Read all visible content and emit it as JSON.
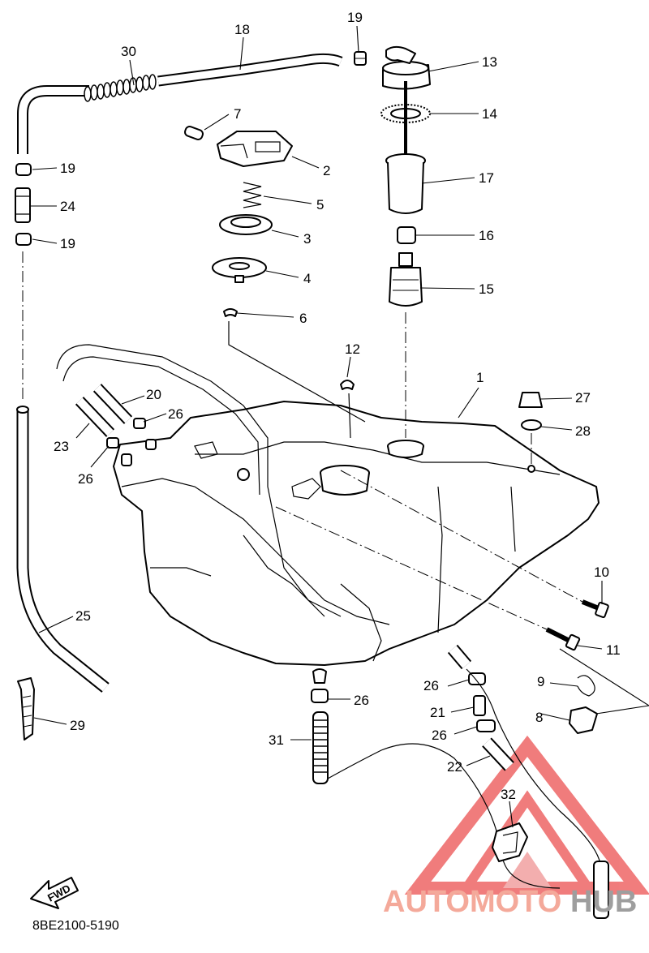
{
  "diagram_code": "8BE2100-5190",
  "direction_label": "FWD",
  "watermark": {
    "text_a": "AUTOMOTO",
    "text_b": "HUB",
    "color_a": "#f4a99a",
    "color_b": "#9e9e9e",
    "triangle_color": "#ee5555"
  },
  "callouts": {
    "c1": "1",
    "c2": "2",
    "c3": "3",
    "c4": "4",
    "c5": "5",
    "c6": "6",
    "c7": "7",
    "c8": "8",
    "c9": "9",
    "c10": "10",
    "c11": "11",
    "c12": "12",
    "c13": "13",
    "c14": "14",
    "c15": "15",
    "c16": "16",
    "c17": "17",
    "c18": "18",
    "c19": "19",
    "c20": "20",
    "c21": "21",
    "c22": "22",
    "c23": "23",
    "c24": "24",
    "c25": "25",
    "c26": "26",
    "c27": "27",
    "c28": "28",
    "c29": "29",
    "c30": "30",
    "c31": "31",
    "c32": "32"
  }
}
